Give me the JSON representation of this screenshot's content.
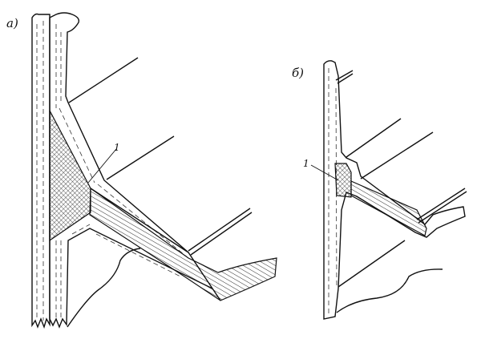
{
  "figure": {
    "panel_a": {
      "label": "а)",
      "callout": "1"
    },
    "panel_b": {
      "label": "б)",
      "callout": "1"
    }
  },
  "colors": {
    "ink": "#111111",
    "paper": "#ffffff"
  }
}
